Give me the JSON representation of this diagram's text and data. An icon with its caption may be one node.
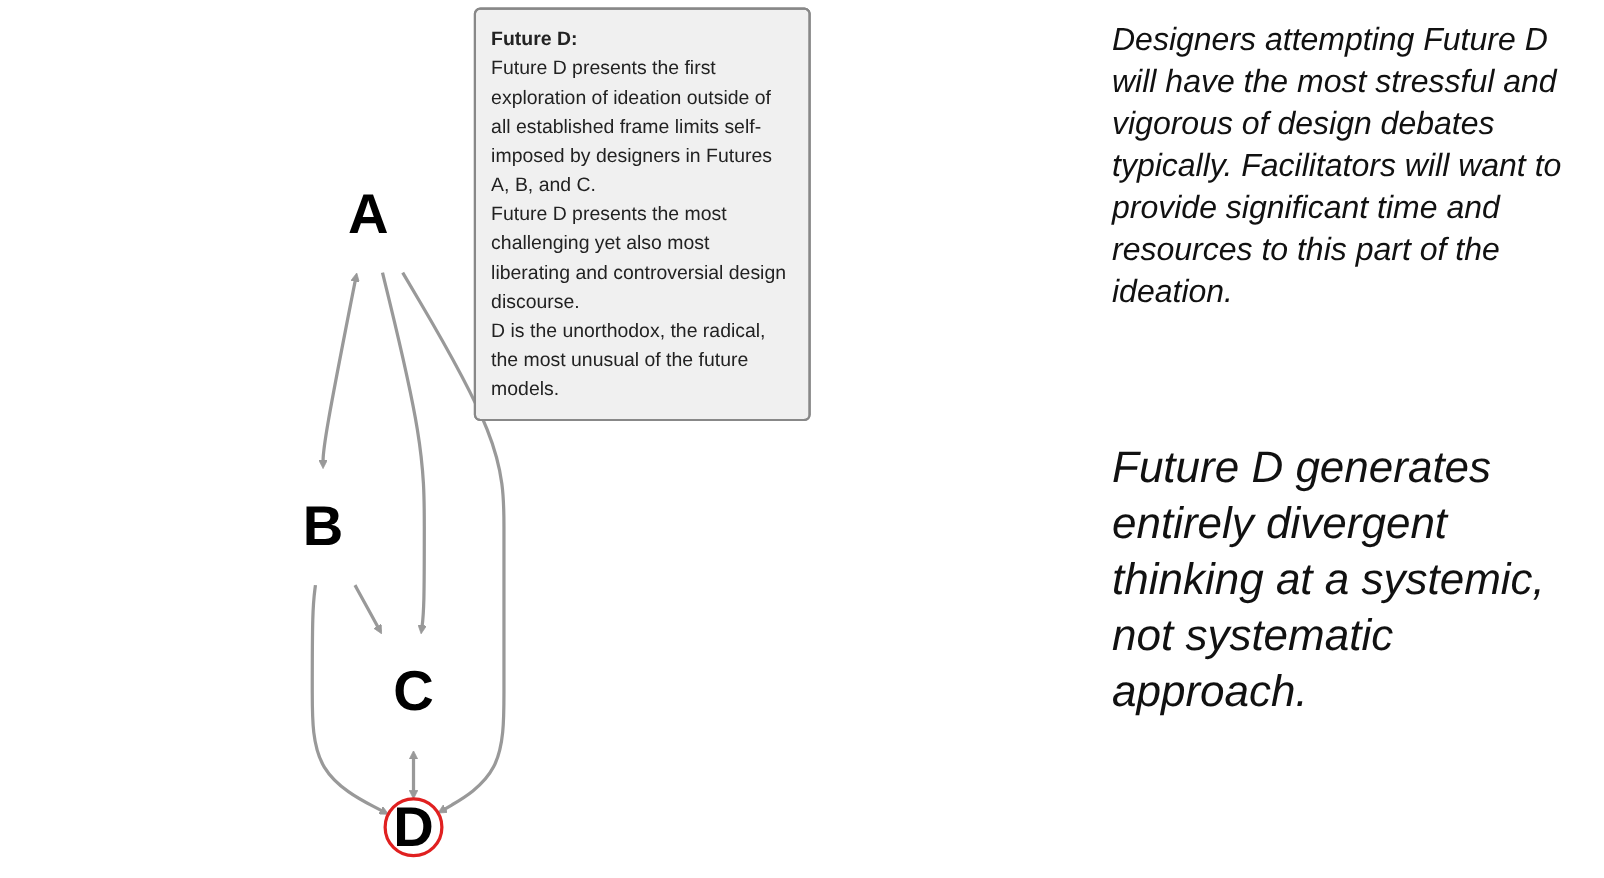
{
  "diagram": {
    "nodes": [
      {
        "text": [
          "A"
        ]
      },
      {
        "text": [
          "B"
        ]
      },
      {
        "text": [
          "C"
        ]
      },
      {
        "text": [
          "D"
        ]
      },
      {
        "text": [
          "Future D:",
          "Future D presents the first exploration of ideation outside of all established frame limits self-imposed by designers in Futures A, B, and C.",
          "Future D presents the most challenging yet also most liberating and controversial design discourse.",
          "D is the unorthodox, the radical, the most unusual of the future models."
        ]
      }
    ],
    "edges": [
      {
        "from": 0,
        "to": 1,
        "arrow": "both"
      },
      {
        "from": 0,
        "to": 2,
        "arrow": "to"
      },
      {
        "from": 1,
        "to": 3,
        "arrow": "to"
      },
      {
        "from": 0,
        "to": 3,
        "arrow": "to"
      },
      {
        "from": 1,
        "to": 2,
        "arrow": "to"
      },
      {
        "from": 2,
        "to": 3,
        "arrow": "both"
      }
    ],
    "labels": [
      "Designers attempting Future D will have the most stressful and vigorous of design debates typically. Facilitators will want to provide significant time and resources to this part of the ideation.",
      "Future D generates entirely divergent thinking at a systemic, not systematic approach."
    ]
  }
}
